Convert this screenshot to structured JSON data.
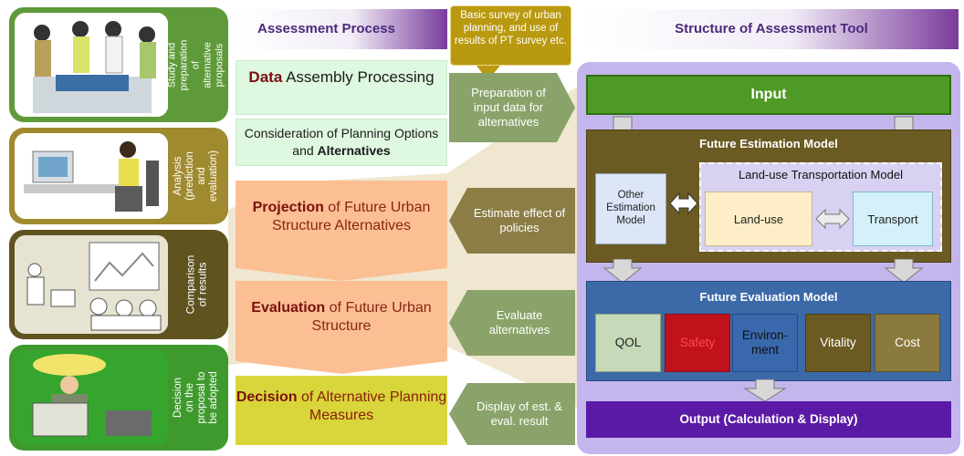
{
  "headers": {
    "left": "Assessment Process",
    "right": "Structure of Assessment Tool"
  },
  "callout": "Basic survey of urban planning, and use of results of PT survey etc.",
  "side_labels": [
    "Study and preparation of alternative proposals",
    "Analysis (prediction and evaluation)",
    "Comparison of results",
    "Decision on the proposal to be adopted"
  ],
  "process": {
    "step1_bold": "Data",
    "step1_rest": " Assembly Processing",
    "step2_rest": "Consideration of Planning Options and ",
    "step2_bold": "Alternatives",
    "step3_bold": "Projection",
    "step3_rest": " of Future Urban Structure Alternatives",
    "step4_bold": "Evaluation",
    "step4_rest": " of Future Urban Structure",
    "step5_bold": "Decision",
    "step5_rest": " of Alternative Planning Measures"
  },
  "middle_arrows": [
    "Preparation of input data for alternatives",
    "Estimate effect of policies",
    "Evaluate alternatives",
    "Display of est. & eval. result"
  ],
  "tool": {
    "input": "Input",
    "future_estimation_model": "Future Estimation Model",
    "other_estimation_model": "Other Estimation Model",
    "landuse_transport_model": "Land-use Transportation Model",
    "landuse": "Land-use",
    "transport": "Transport",
    "future_evaluation_model": "Future Evaluation Model",
    "evaluation_items": [
      "QOL",
      "Safety",
      "Environ-ment",
      "Vitality",
      "Cost"
    ],
    "output": "Output (Calculation & Display)"
  }
}
